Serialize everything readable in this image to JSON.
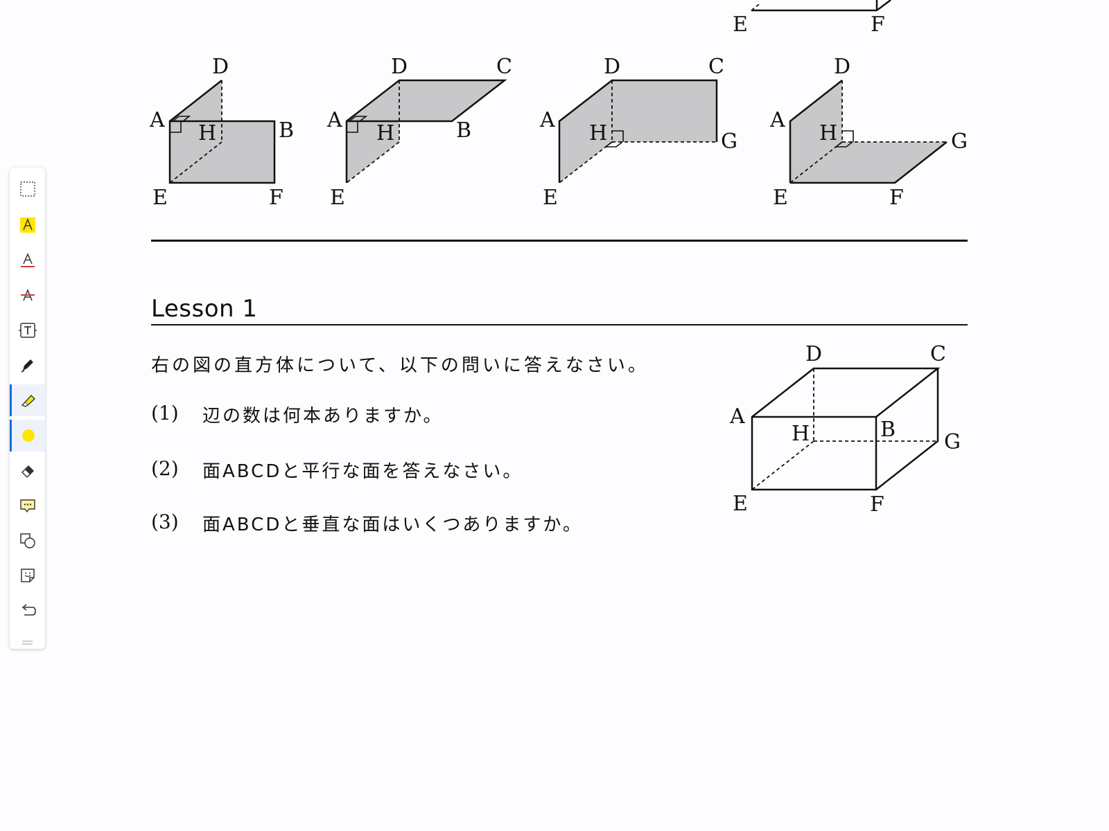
{
  "toolbar": {
    "tools": [
      {
        "name": "select-area",
        "icon": "dashed-rect-icon"
      },
      {
        "name": "highlight-text",
        "icon": "highlight-a-icon"
      },
      {
        "name": "underline-text",
        "icon": "underline-a-icon"
      },
      {
        "name": "strikethrough-text",
        "icon": "strikethrough-a-icon"
      },
      {
        "name": "text-box",
        "icon": "text-box-icon"
      },
      {
        "name": "pen",
        "icon": "pen-icon"
      },
      {
        "name": "highlighter",
        "icon": "highlighter-icon",
        "active": true
      },
      {
        "name": "color",
        "icon": "yellow-dot-icon",
        "color": "#ffe600"
      },
      {
        "name": "eraser",
        "icon": "eraser-icon"
      },
      {
        "name": "comment",
        "icon": "comment-icon"
      },
      {
        "name": "shapes",
        "icon": "shapes-icon"
      },
      {
        "name": "sticker",
        "icon": "sticker-icon"
      },
      {
        "name": "undo",
        "icon": "undo-icon"
      }
    ],
    "accent_color": "#1e6fd9"
  },
  "top_partial_figure": {
    "labels": {
      "e": "E",
      "f": "F"
    }
  },
  "figures": [
    {
      "labels": {
        "d": "D",
        "a": "A",
        "h": "H",
        "b": "B",
        "e": "E",
        "f": "F"
      }
    },
    {
      "labels": {
        "d": "D",
        "c": "C",
        "a": "A",
        "h": "H",
        "b": "B",
        "e": "E"
      }
    },
    {
      "labels": {
        "d": "D",
        "c": "C",
        "a": "A",
        "h": "H",
        "g": "G",
        "e": "E"
      }
    },
    {
      "labels": {
        "d": "D",
        "a": "A",
        "h": "H",
        "g": "G",
        "e": "E",
        "f": "F"
      }
    }
  ],
  "lesson": {
    "title": "Lesson 1",
    "intro": "右の図の直方体について、以下の問いに答えなさい。",
    "questions": [
      {
        "num": "(1)",
        "text": "辺の数は何本ありますか。"
      },
      {
        "num": "(2)",
        "text": "面ABCDと平行な面を答えなさい。"
      },
      {
        "num": "(3)",
        "text": "面ABCDと垂直な面はいくつありますか。"
      }
    ]
  },
  "cuboid": {
    "labels": {
      "d": "D",
      "c": "C",
      "a": "A",
      "h": "H",
      "b": "B",
      "g": "G",
      "e": "E",
      "f": "F"
    }
  },
  "colors": {
    "face_fill": "#c8c7ca",
    "highlight_yellow": "#ffe600",
    "rule": "#111111"
  }
}
